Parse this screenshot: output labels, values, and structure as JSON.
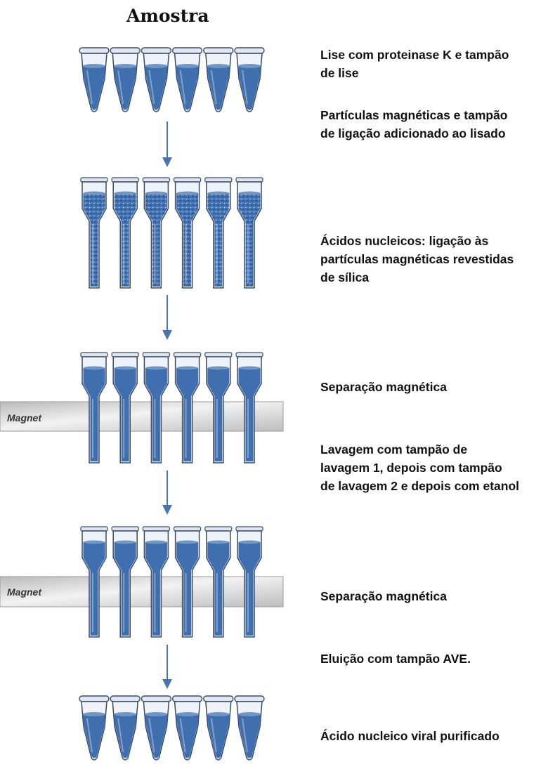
{
  "title": "Amostra",
  "steps": [
    "Lise com proteinase K e tampão\nde lise",
    "Partículas magnéticas e tampão\nde ligação adicionado ao lisado",
    "Ácidos nucleicos: ligação às\npartículas magnéticas revestidas\nde sílica",
    "Separação magnética",
    "Lavagem com tampão de\nlavagem 1, depois com tampão\nde lavagem 2 e depois com etanol",
    "Separação magnética",
    "Eluição com tampão AVE.",
    "Ácido nucleico viral purificado"
  ],
  "magnet_label": "Magnet",
  "tube_count": 6,
  "colors": {
    "liquid": "#3f6fae",
    "liquid_light": "#6e97c9",
    "tube_outline": "#3a4a66",
    "arrow": "#4a74ad",
    "magnet_bar": "#cfcfcf"
  }
}
